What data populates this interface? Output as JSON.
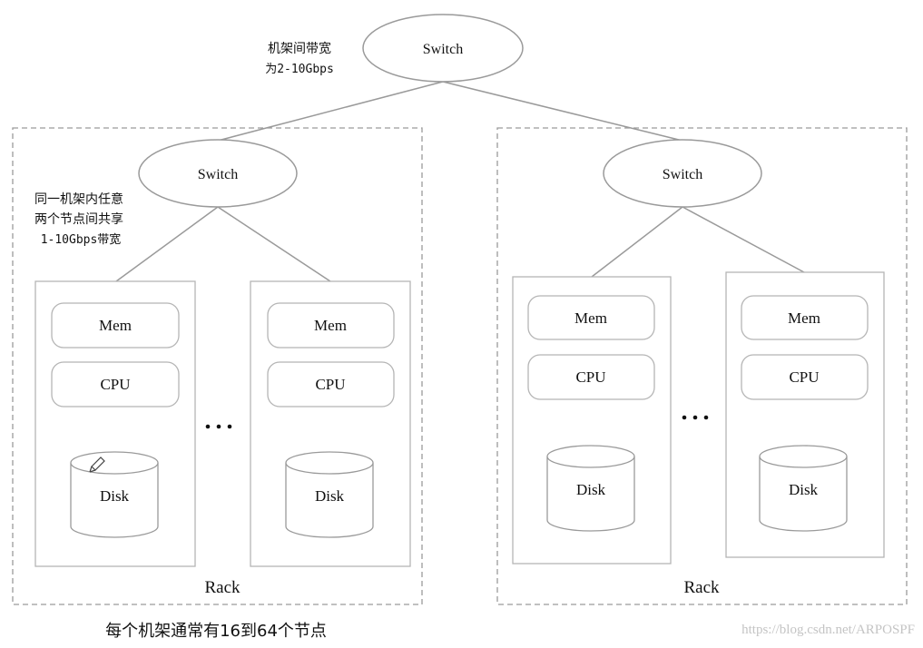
{
  "top_switch": {
    "label": "Switch",
    "note_line1": "机架间带宽",
    "note_line2": "为2-10Gbps"
  },
  "racks": [
    {
      "switch_label": "Switch",
      "rack_label": "Rack",
      "note": [
        "同一机架内任意",
        "两个节点间共享",
        "1-10Gbps带宽"
      ],
      "nodes": [
        {
          "mem": "Mem",
          "cpu": "CPU",
          "disk": "Disk"
        },
        {
          "mem": "Mem",
          "cpu": "CPU",
          "disk": "Disk"
        }
      ],
      "ellipsis": "..."
    },
    {
      "switch_label": "Switch",
      "rack_label": "Rack",
      "nodes": [
        {
          "mem": "Mem",
          "cpu": "CPU",
          "disk": "Disk"
        },
        {
          "mem": "Mem",
          "cpu": "CPU",
          "disk": "Disk"
        }
      ],
      "ellipsis": "..."
    }
  ],
  "footer": "每个机架通常有16到64个节点",
  "watermark": "https://blog.csdn.net/ARPOSPF"
}
